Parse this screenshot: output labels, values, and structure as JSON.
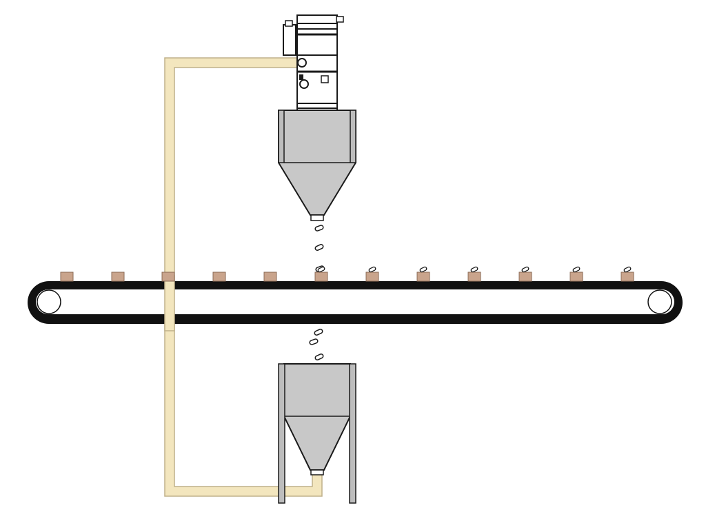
{
  "diagram": {
    "colors": {
      "background": "#ffffff",
      "outline": "#1a1a1a",
      "conveying_line": "#f3e6be",
      "conveying_line_edge": "#bfb08a",
      "hopper_fill": "#c8c8c8",
      "steel_leg": "#bdbdbd",
      "belt": "#111111",
      "product_box": "#c9a48c",
      "product_box_edge": "#8a6a55",
      "granule": "#ffffff"
    },
    "components": [
      "vacuum-receiver",
      "discharge-hopper",
      "falling-material",
      "belt-conveyor",
      "products-on-conveyor",
      "supply-hopper",
      "conveying-line"
    ],
    "conveyor": {
      "product_count": 12,
      "filled_product_count": 6
    }
  }
}
